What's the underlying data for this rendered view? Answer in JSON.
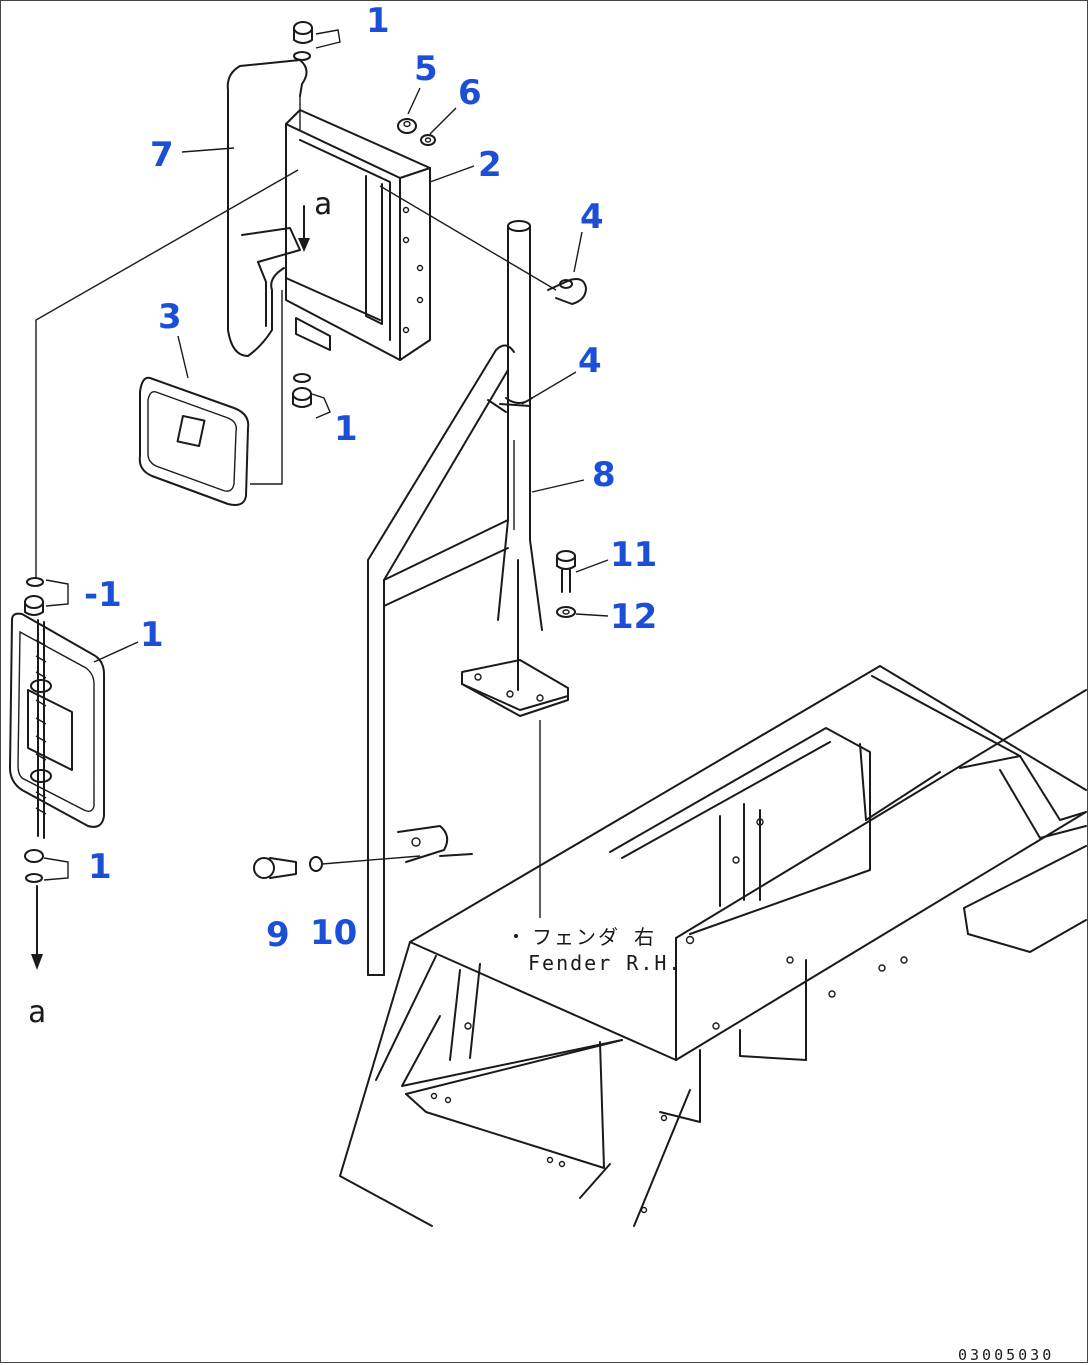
{
  "diagram": {
    "callouts": [
      {
        "id": "c1a",
        "text": "1"
      },
      {
        "id": "c5",
        "text": "5"
      },
      {
        "id": "c6",
        "text": "6"
      },
      {
        "id": "c7",
        "text": "7"
      },
      {
        "id": "c2",
        "text": "2"
      },
      {
        "id": "c4a",
        "text": "4"
      },
      {
        "id": "c3",
        "text": "3"
      },
      {
        "id": "c1b",
        "text": "1"
      },
      {
        "id": "c4b",
        "text": "4"
      },
      {
        "id": "c8",
        "text": "8"
      },
      {
        "id": "c11",
        "text": "11"
      },
      {
        "id": "c12",
        "text": "12"
      },
      {
        "id": "c1c",
        "text": "-1"
      },
      {
        "id": "c1d",
        "text": "1"
      },
      {
        "id": "c1e",
        "text": "1"
      },
      {
        "id": "c9",
        "text": "9"
      },
      {
        "id": "c10",
        "text": "10"
      }
    ],
    "view_marks": {
      "top": "a",
      "bottom": "a"
    },
    "fender_label_jp": "フェンダ 右",
    "fender_label_en": "Fender R.H.",
    "document_number": "03005030"
  }
}
